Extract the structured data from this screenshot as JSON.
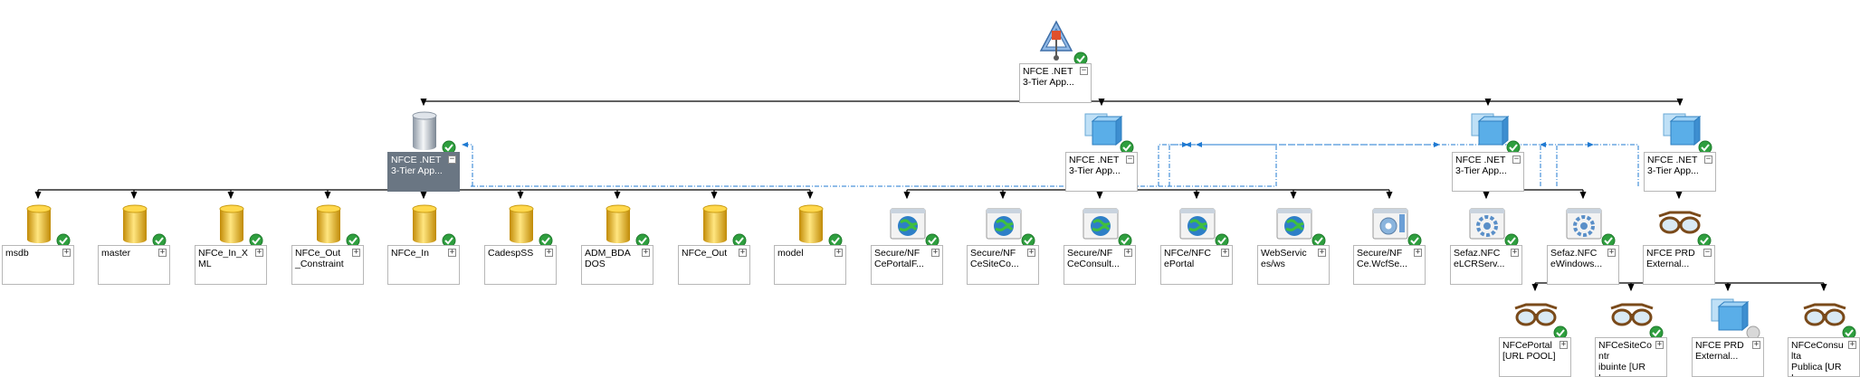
{
  "diagram": {
    "nodes": [
      {
        "id": "root",
        "lines": [
          "NFCE .NET",
          "3-Tier App..."
        ],
        "icon": "distributed-app-icon",
        "status": "healthy",
        "expander": "−"
      },
      {
        "id": "db-tier",
        "lines": [
          "NFCE .NET",
          "3-Tier App..."
        ],
        "icon": "database-tier-icon",
        "status": "healthy",
        "expander": "−",
        "selected": true
      },
      {
        "id": "web-tier-1",
        "lines": [
          "NFCE .NET",
          "3-Tier App..."
        ],
        "icon": "cube-group-icon",
        "status": "healthy",
        "expander": "−"
      },
      {
        "id": "web-tier-2",
        "lines": [
          "NFCE .NET",
          "3-Tier App..."
        ],
        "icon": "cube-group-icon",
        "status": "healthy",
        "expander": "−"
      },
      {
        "id": "web-tier-3",
        "lines": [
          "NFCE .NET",
          "3-Tier App..."
        ],
        "icon": "cube-group-icon",
        "status": "healthy",
        "expander": "−"
      },
      {
        "id": "db-msdb",
        "lines": [
          "msdb"
        ],
        "icon": "database-icon",
        "status": "healthy",
        "expander": "+"
      },
      {
        "id": "db-master",
        "lines": [
          "master"
        ],
        "icon": "database-icon",
        "status": "healthy",
        "expander": "+"
      },
      {
        "id": "db-nfce-in-xml",
        "lines": [
          "NFCe_In_X",
          "ML"
        ],
        "icon": "database-icon",
        "status": "healthy",
        "expander": "+"
      },
      {
        "id": "db-nfce-out-constraint",
        "lines": [
          "NFCe_Out",
          "_Constraint"
        ],
        "icon": "database-icon",
        "status": "healthy",
        "expander": "+"
      },
      {
        "id": "db-nfce-in",
        "lines": [
          "NFCe_In"
        ],
        "icon": "database-icon",
        "status": "healthy",
        "expander": "+"
      },
      {
        "id": "db-cadespss",
        "lines": [
          "CadespSS"
        ],
        "icon": "database-icon",
        "status": "healthy",
        "expander": "+"
      },
      {
        "id": "db-adm-bdados",
        "lines": [
          "ADM_BDA",
          "DOS"
        ],
        "icon": "database-icon",
        "status": "healthy",
        "expander": "+"
      },
      {
        "id": "db-nfce-out",
        "lines": [
          "NFCe_Out"
        ],
        "icon": "database-icon",
        "status": "healthy",
        "expander": "+"
      },
      {
        "id": "db-model",
        "lines": [
          "model"
        ],
        "icon": "database-icon",
        "status": "healthy",
        "expander": "+"
      },
      {
        "id": "web-secure-portal",
        "lines": [
          "Secure/NF",
          "CePortalF..."
        ],
        "icon": "website-icon",
        "status": "healthy",
        "expander": "+"
      },
      {
        "id": "web-secure-siteco",
        "lines": [
          "Secure/NF",
          "CeSiteCo..."
        ],
        "icon": "website-icon",
        "status": "healthy",
        "expander": "+"
      },
      {
        "id": "web-secure-consult",
        "lines": [
          "Secure/NF",
          "CeConsult..."
        ],
        "icon": "website-icon",
        "status": "healthy",
        "expander": "+"
      },
      {
        "id": "web-nfce-portal",
        "lines": [
          "NFCe/NFC",
          "ePortal"
        ],
        "icon": "website-icon",
        "status": "healthy",
        "expander": "+"
      },
      {
        "id": "web-webservices",
        "lines": [
          "WebServic",
          "es/ws"
        ],
        "icon": "website-icon",
        "status": "healthy",
        "expander": "+"
      },
      {
        "id": "web-secure-wcf",
        "lines": [
          "Secure/NF",
          "Ce.WcfSe..."
        ],
        "icon": "wcf-service-icon",
        "status": "healthy",
        "expander": "+"
      },
      {
        "id": "svc-sefaz-lcr",
        "lines": [
          "Sefaz.NFC",
          "eLCRServ..."
        ],
        "icon": "windows-service-icon",
        "status": "healthy",
        "expander": "+"
      },
      {
        "id": "svc-sefaz-windows",
        "lines": [
          "Sefaz.NFC",
          "eWindows..."
        ],
        "icon": "windows-service-icon",
        "status": "healthy",
        "expander": "+"
      },
      {
        "id": "ext-prd",
        "lines": [
          "NFCE PRD",
          "External..."
        ],
        "icon": "perspective-glasses-icon",
        "status": "healthy",
        "expander": "−"
      },
      {
        "id": "ext-portal",
        "lines": [
          "NFCePortal",
          "[URL POOL]"
        ],
        "icon": "perspective-glasses-icon",
        "status": "healthy",
        "expander": "+"
      },
      {
        "id": "ext-site-contrib",
        "lines": [
          "NFCeSiteContr",
          "ibuinte [URL..."
        ],
        "icon": "perspective-glasses-icon",
        "status": "healthy",
        "expander": "+"
      },
      {
        "id": "ext-prd-2",
        "lines": [
          "NFCE PRD",
          "External..."
        ],
        "icon": "cube-group-icon",
        "status": "unmonitored",
        "expander": "+"
      },
      {
        "id": "ext-consulta-publica",
        "lines": [
          "NFCeConsulta",
          "Publica [URL..."
        ],
        "icon": "perspective-glasses-icon",
        "status": "healthy",
        "expander": "+"
      }
    ]
  },
  "colors": {
    "tree_line": "#000000",
    "dependency_line": "#1f7ad2",
    "healthy_fill": "#2e9e3e",
    "unmonitored_fill": "#d8d8d8",
    "selected_label_bg": "#6a7683",
    "db_cylinder": "#f2c230",
    "web_globe": "#2e7fc7",
    "cube": "#5aaee8"
  }
}
